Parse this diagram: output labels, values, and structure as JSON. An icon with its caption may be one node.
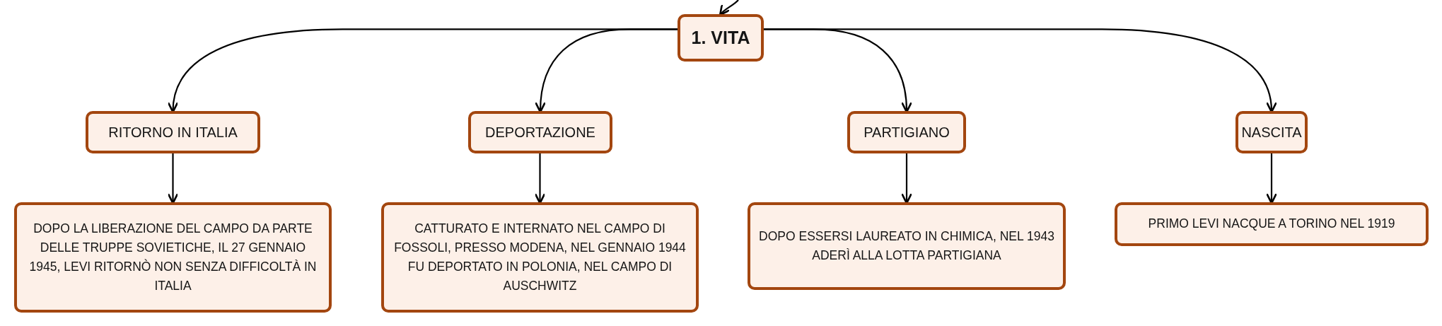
{
  "diagram": {
    "nodes": [
      {
        "text": [
          "1. VITA"
        ]
      },
      {
        "text": [
          "RITORNO IN ITALIA"
        ]
      },
      {
        "text": [
          "DEPORTAZIONE"
        ]
      },
      {
        "text": [
          "PARTIGIANO"
        ]
      },
      {
        "text": [
          "NASCITA"
        ]
      },
      {
        "text": [
          "DOPO LA LIBERAZIONE DEL CAMPO DA PARTE DELLE TRUPPE SOVIETICHE, IL 27 GENNAIO 1945, LEVI RITORNÒ NON SENZA DIFFICOLTÀ IN ITALIA"
        ]
      },
      {
        "text": [
          "CATTURATO E INTERNATO NEL CAMPO DI FOSSOLI, PRESSO MODENA, NEL GENNAIO 1944 FU DEPORTATO IN POLONIA, NEL CAMPO DI AUSCHWITZ"
        ]
      },
      {
        "text": [
          "DOPO ESSERSI LAUREATO IN CHIMICA, NEL 1943 ADERÌ ALLA LOTTA PARTIGIANA"
        ]
      },
      {
        "text": [
          "PRIMO LEVI NACQUE A TORINO NEL 1919"
        ]
      }
    ],
    "edges": [
      {
        "from": null,
        "to": 0,
        "arrow": "to"
      },
      {
        "from": 0,
        "to": 1,
        "arrow": "to"
      },
      {
        "from": 0,
        "to": 2,
        "arrow": "to"
      },
      {
        "from": 0,
        "to": 3,
        "arrow": "to"
      },
      {
        "from": 0,
        "to": 4,
        "arrow": "to"
      },
      {
        "from": 1,
        "to": 5,
        "arrow": "to"
      },
      {
        "from": 2,
        "to": 6,
        "arrow": "to"
      },
      {
        "from": 3,
        "to": 7,
        "arrow": "to"
      },
      {
        "from": 4,
        "to": 8,
        "arrow": "to"
      }
    ]
  }
}
